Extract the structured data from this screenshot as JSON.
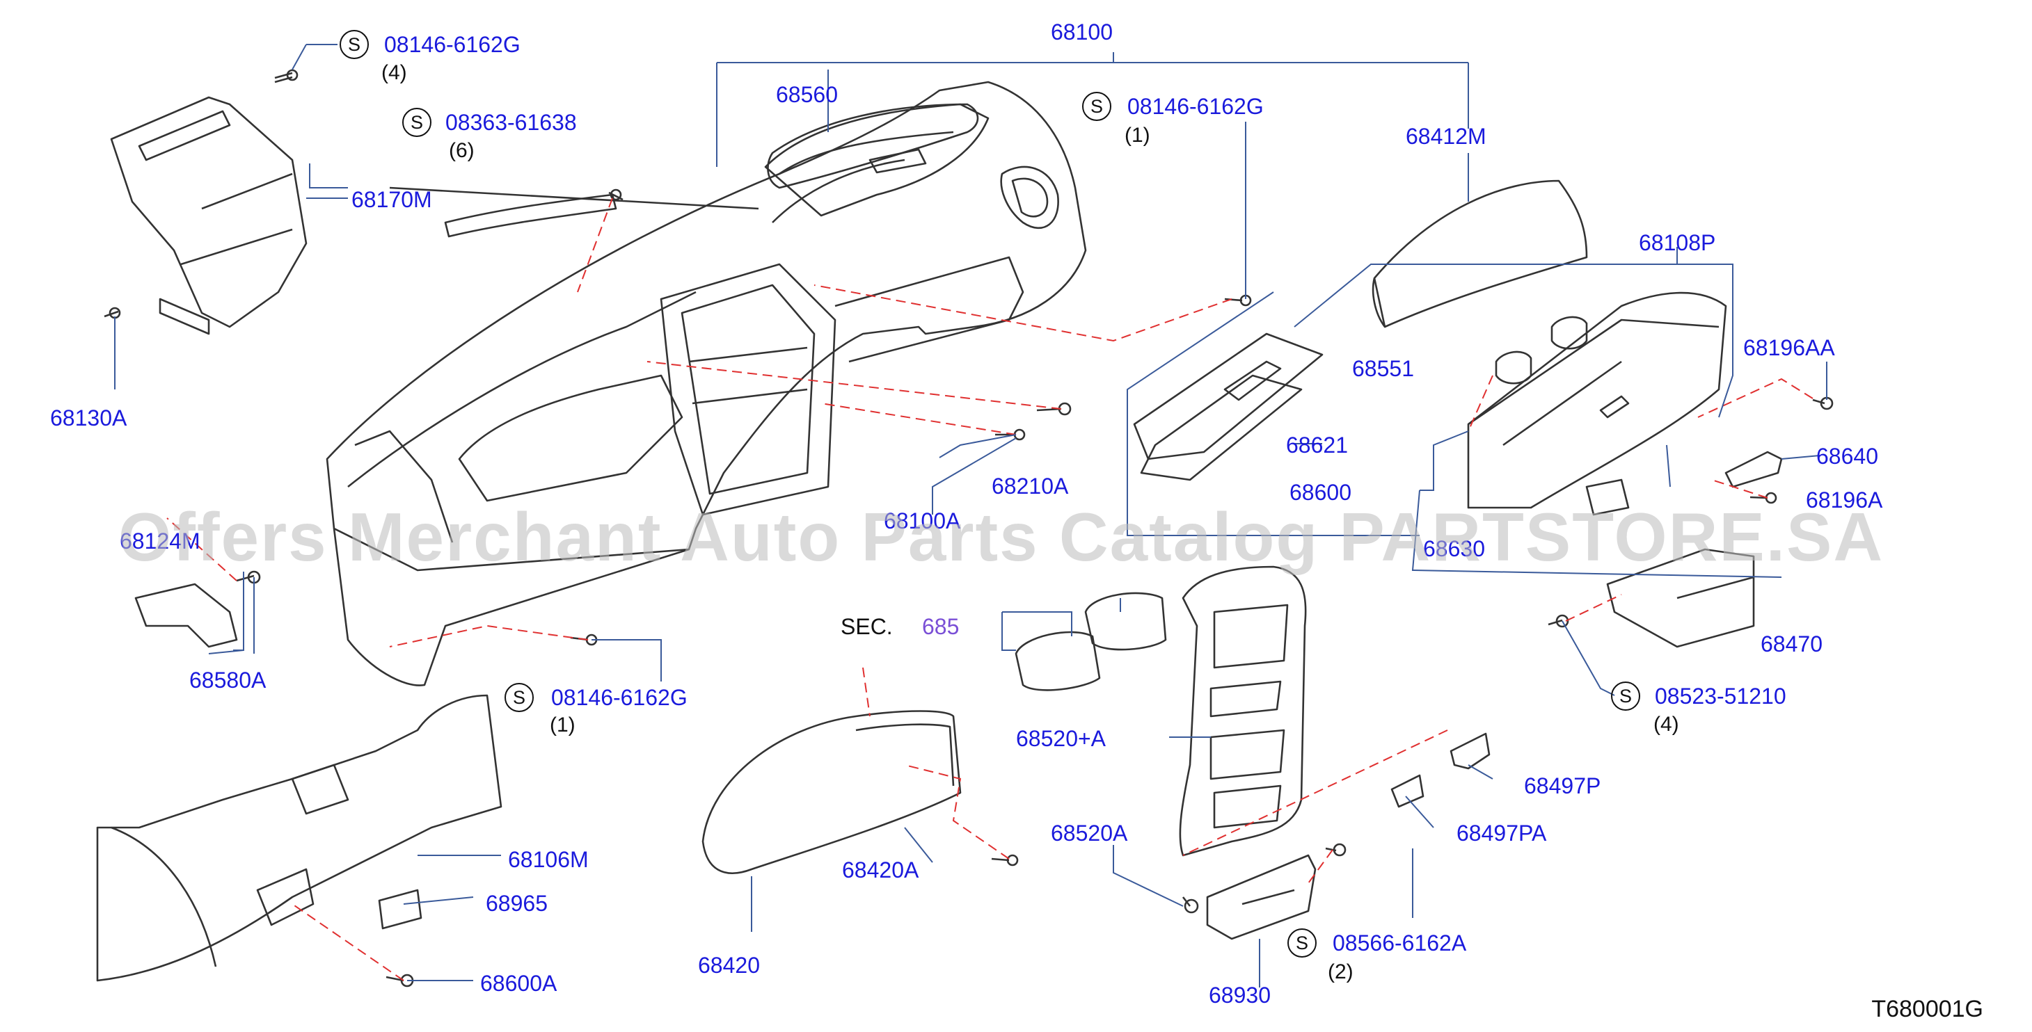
{
  "diagram_code": "T680001G",
  "watermark": "Offers Merchant Auto Parts Catalog PARTSTORE.SA",
  "symbol": "S",
  "colors": {
    "part_label": "#1a1adc",
    "section_ref": "#7a4fd6",
    "lines": "#333333",
    "phantom": "#e03030",
    "leader": "#3a5a9a"
  },
  "parts": {
    "p68100": "68100",
    "p68560": "68560",
    "p68412M": "68412M",
    "p68108P": "68108P",
    "p68170M": "68170M",
    "p68130A": "68130A",
    "p68551": "68551",
    "p68621": "68621",
    "p68600": "68600",
    "p68196AA": "68196AA",
    "p68640": "68640",
    "p68196A": "68196A",
    "p68210A": "68210A",
    "p68100A": "68100A",
    "p68124M": "68124M",
    "p68580A": "68580A",
    "p68630": "68630",
    "p68470": "68470",
    "p68520A_plus": "68520+A",
    "p68497P": "68497P",
    "p68497PA": "68497PA",
    "p68520A": "68520A",
    "p68106M": "68106M",
    "p68965": "68965",
    "p68600A": "68600A",
    "p68420A": "68420A",
    "p68420": "68420",
    "p68930": "68930"
  },
  "section_ref": {
    "prefix": "SEC.",
    "number": "685"
  },
  "screws": {
    "s1": {
      "code": "08146-6162G",
      "qty": "(4)"
    },
    "s2": {
      "code": "08363-61638",
      "qty": "(6)"
    },
    "s3": {
      "code": "08146-6162G",
      "qty": "(1)"
    },
    "s4": {
      "code": "08146-6162G",
      "qty": "(1)"
    },
    "s5": {
      "code": "08523-51210",
      "qty": "(4)"
    },
    "s6": {
      "code": "08566-6162A",
      "qty": "(2)"
    }
  }
}
